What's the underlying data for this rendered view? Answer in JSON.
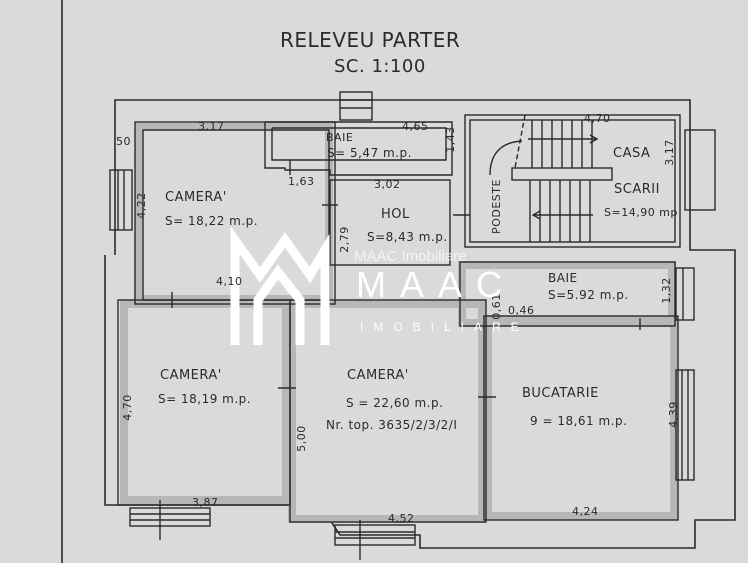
{
  "title": "RELEVEU PARTER",
  "scale": "SC. 1:100",
  "rooms": {
    "camera_top_left": {
      "name": "CAMERA'",
      "area": "S= 18,22 m.p."
    },
    "baie_top": {
      "name": "BAIE",
      "area": "S= 5,47 m.p."
    },
    "hol": {
      "name": "HOL",
      "area": "S=8,43 m.p."
    },
    "casa_scarii": {
      "name": "CASA",
      "name2": "SCARII",
      "area": "S=14,90 mp",
      "landing": "PODESTE"
    },
    "baie_right": {
      "name": "BAIE",
      "area": "S=5.92 m.p."
    },
    "camera_bottom_left": {
      "name": "CAMERA'",
      "area": "S= 18,19 m.p."
    },
    "camera_middle": {
      "name": "CAMERA'",
      "area": "S = 22,60 m.p.",
      "note": "Nr. top. 3635/2/3/2/I"
    },
    "bucatarie": {
      "name": "BUCATARIE",
      "area": "9 = 18,61 m.p."
    }
  },
  "dimensions": [
    "3,17",
    "4,65",
    "50",
    "1,43",
    "1,63",
    "3,02",
    "4,22",
    "2,79",
    "4,10",
    "0,46",
    "0,61",
    "1,32",
    "4,70",
    "3,17",
    "4,70",
    "5,00",
    "4,39",
    "3,87",
    "4,52",
    "4,24"
  ],
  "watermark": {
    "brand": "MAAC",
    "tagline": "IMOBILIARE",
    "small": "MAAC Imobiliare"
  },
  "colors": {
    "paper": "#dcdad9",
    "ink": "#2a2a2e",
    "wall": "#b9b7b6"
  }
}
